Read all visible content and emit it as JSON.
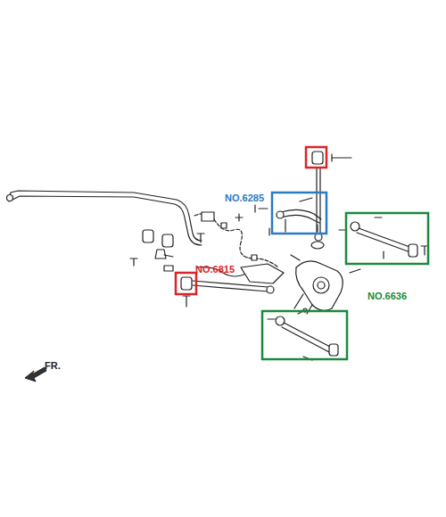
{
  "diagram": {
    "labels": [
      "NO.6285",
      "NO.6815",
      "NO.6636",
      "FR."
    ]
  }
}
